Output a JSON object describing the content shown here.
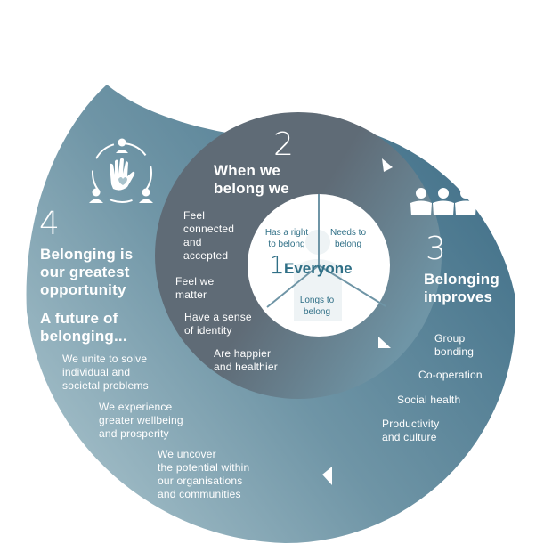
{
  "colors": {
    "outer_light": "#a9c3cc",
    "outer_mid": "#6f95a6",
    "outer_dark": "#3f6e87",
    "mid_ring": "#5f6b76",
    "inner_disc": "#ffffff",
    "inner_text": "#2f6f86",
    "white": "#ffffff"
  },
  "stage4": {
    "icon": "hand-with-people-icon",
    "number": "4",
    "heading": "Belonging is\nour greatest\nopportunity",
    "subheading": "A future of\nbelonging...",
    "items": [
      "We unite to solve\nindividual and\nsocietal problems",
      "We experience\ngreater wellbeing\nand prosperity",
      "We uncover\nthe potential within\nour organisations\nand communities"
    ]
  },
  "stage2": {
    "number": "2",
    "heading": "When we\nbelong we",
    "items": [
      "Feel\nconnected\nand\naccepted",
      "Feel we\nmatter",
      "Have a sense\nof identity",
      "Are happier\nand healthier"
    ]
  },
  "stage3": {
    "icon": "group-of-people-icon",
    "number": "3",
    "heading": "Belonging\nimproves",
    "items": [
      "Group\nbonding",
      "Co-operation",
      "Social health",
      "Productivity\nand culture"
    ]
  },
  "stage1": {
    "number": "1",
    "label": "Everyone",
    "segments": [
      "Has a right\nto belong",
      "Needs to\nbelong",
      "Longs to\nbelong"
    ]
  }
}
